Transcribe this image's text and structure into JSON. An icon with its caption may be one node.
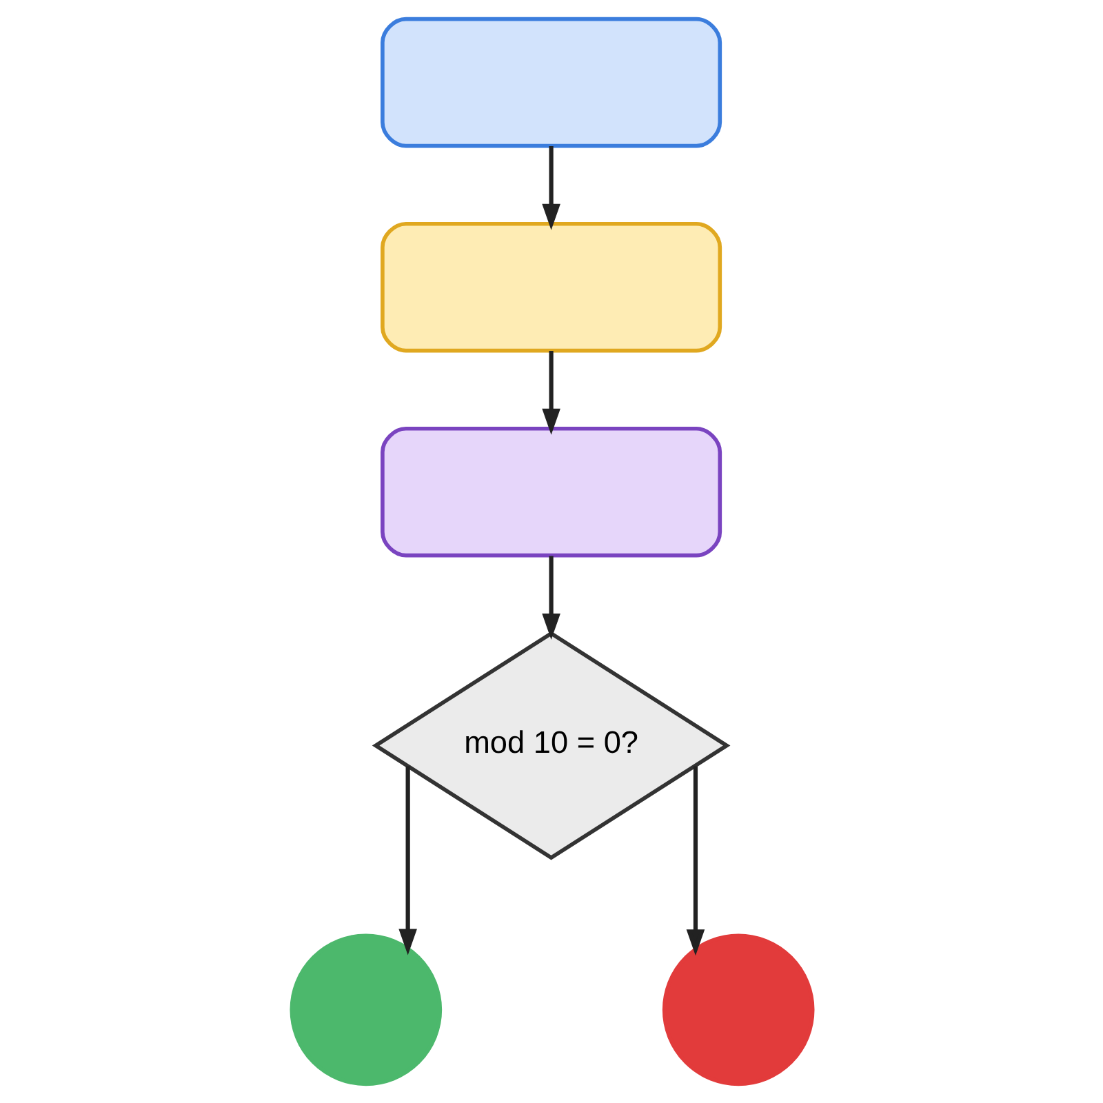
{
  "diagram": {
    "nodes": [
      {
        "text": [],
        "shape": "box"
      },
      {
        "text": [],
        "shape": "box"
      },
      {
        "text": [],
        "shape": "box"
      },
      {
        "text": [
          "mod 10 = 0?"
        ]
      },
      {
        "text": [],
        "shape": "circle"
      },
      {
        "text": [],
        "shape": "circle"
      }
    ],
    "edges": [
      {
        "from": 0,
        "to": 1,
        "arrow": "to"
      },
      {
        "from": 1,
        "to": 2,
        "arrow": "to"
      },
      {
        "from": 2,
        "to": 3,
        "arrow": "to"
      },
      {
        "from": 3,
        "to": 4,
        "arrow": "to"
      },
      {
        "from": 3,
        "to": 5,
        "arrow": "to"
      }
    ]
  }
}
